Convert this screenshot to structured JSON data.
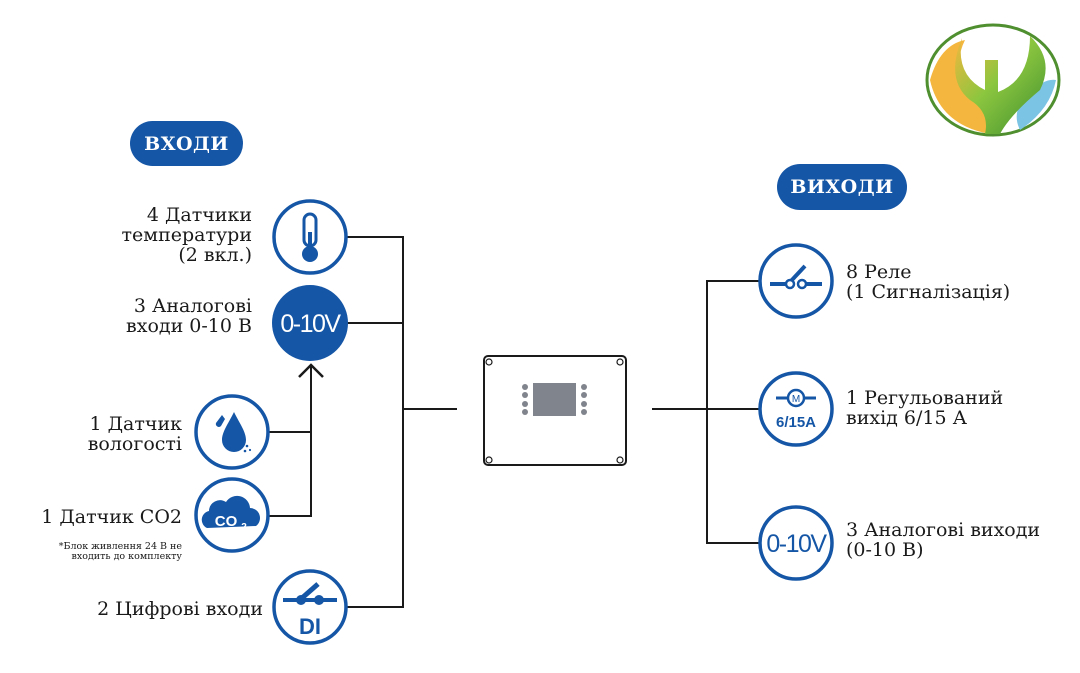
{
  "colors": {
    "accent": "#1556a6",
    "line": "#1a1a1a",
    "device_gray": "#80848c"
  },
  "inputs": {
    "title": "ВХОДИ",
    "items": [
      {
        "id": "temperature",
        "icon": "thermometer-icon",
        "lines": [
          "4 Датчики",
          "температури",
          "(2 вкл.)"
        ]
      },
      {
        "id": "analog-in",
        "icon": "0-10v-icon",
        "icon_text": "0-10V",
        "lines": [
          "3 Аналогові",
          "входи 0-10 В"
        ]
      },
      {
        "id": "humidity",
        "icon": "water-drop-icon",
        "lines": [
          "1 Датчик",
          "вологості"
        ]
      },
      {
        "id": "co2",
        "icon": "co2-cloud-icon",
        "icon_text": "CO2",
        "lines": [
          "1 Датчик CO2"
        ]
      },
      {
        "id": "digital-in",
        "icon": "digital-input-switch-icon",
        "icon_text": "DI",
        "lines": [
          "2 Цифрові входи"
        ]
      }
    ],
    "note": [
      "*Блок живлення 24 В не",
      "входить до комплекту"
    ]
  },
  "outputs": {
    "title": "ВИХОДИ",
    "items": [
      {
        "id": "relays",
        "icon": "relay-switch-icon",
        "lines": [
          "8 Реле",
          "(1 Сигналізація)"
        ]
      },
      {
        "id": "regulated",
        "icon": "motor-icon",
        "icon_text": "M",
        "icon_subtext": "6/15A",
        "lines": [
          "1 Регульований",
          "вихід 6/15 А"
        ]
      },
      {
        "id": "analog-out",
        "icon": "0-10v-icon",
        "icon_text": "0-10V",
        "lines": [
          "3 Аналогові виходи",
          "(0-10 В)"
        ]
      }
    ]
  },
  "device": {
    "name": "controller-device-icon"
  },
  "logo": {
    "name": "brand-logo"
  }
}
